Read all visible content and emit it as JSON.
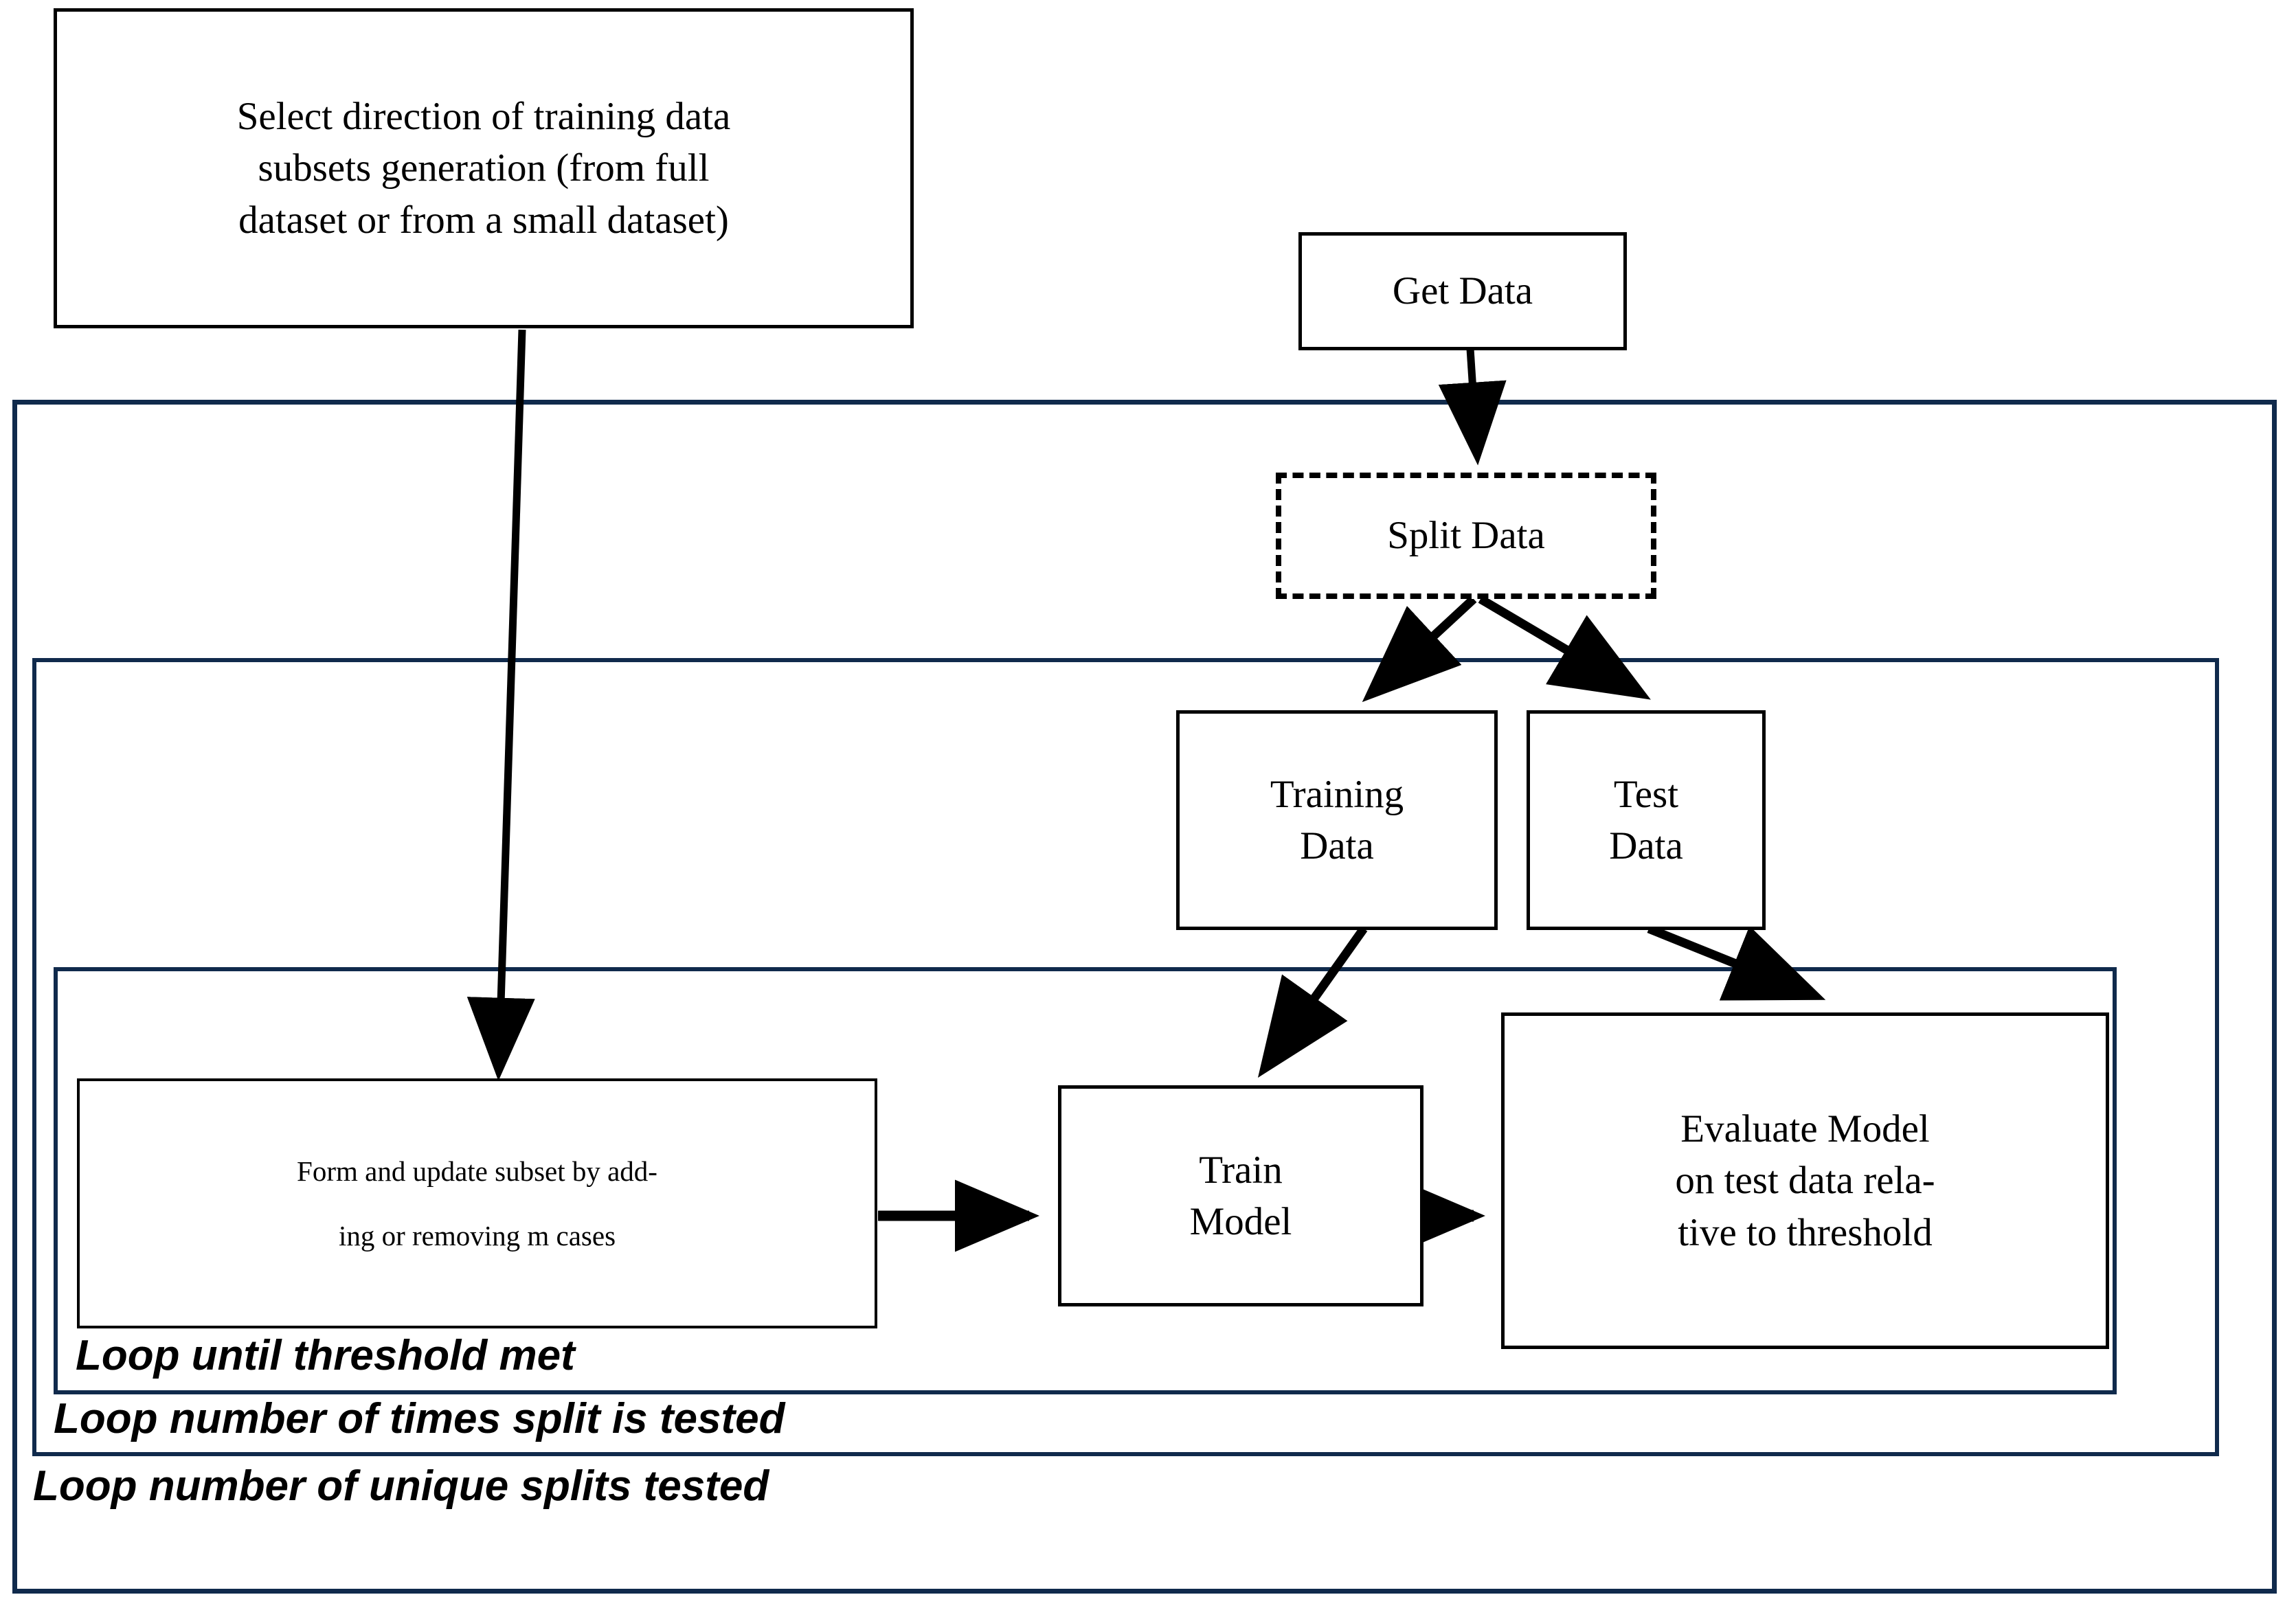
{
  "diagram": {
    "title": "Nested-loop machine learning subset selection workflow",
    "colors": {
      "loop_frame": "#102a4c",
      "node_border": "#000000",
      "background": "#ffffff"
    },
    "nodes": [
      {
        "id": "select-direction",
        "label": "Select direction of training data subsets generation (from full dataset or from a small dataset)",
        "shape": "rectangle",
        "border": "solid"
      },
      {
        "id": "get-data",
        "label": "Get Data",
        "shape": "rectangle",
        "border": "solid"
      },
      {
        "id": "split-data",
        "label": "Split Data",
        "shape": "rectangle",
        "border": "dashed"
      },
      {
        "id": "training-data",
        "label": "Training Data",
        "shape": "rectangle",
        "border": "solid"
      },
      {
        "id": "test-data",
        "label": "Test Data",
        "shape": "rectangle",
        "border": "solid"
      },
      {
        "id": "form-update-subset",
        "label": "Form and update subset by adding or removing m cases",
        "shape": "rectangle",
        "border": "solid"
      },
      {
        "id": "train-model",
        "label": "Train Model",
        "shape": "rectangle",
        "border": "solid"
      },
      {
        "id": "evaluate-model",
        "label": "Evaluate Model on test data relative to threshold",
        "shape": "rectangle",
        "border": "solid"
      }
    ],
    "loops": [
      {
        "id": "loop-unique-splits",
        "label": "Loop number of unique splits tested",
        "level": 1
      },
      {
        "id": "loop-times-split-tested",
        "label": "Loop number of times split is tested",
        "level": 2
      },
      {
        "id": "loop-threshold",
        "label": "Loop until threshold met",
        "level": 3
      }
    ],
    "edges": [
      {
        "from": "select-direction",
        "to": "form-update-subset"
      },
      {
        "from": "get-data",
        "to": "split-data"
      },
      {
        "from": "split-data",
        "to": "training-data"
      },
      {
        "from": "split-data",
        "to": "test-data"
      },
      {
        "from": "training-data",
        "to": "train-model"
      },
      {
        "from": "test-data",
        "to": "evaluate-model"
      },
      {
        "from": "form-update-subset",
        "to": "train-model"
      },
      {
        "from": "train-model",
        "to": "evaluate-model"
      }
    ]
  },
  "nodes": {
    "select_direction": {
      "line1": "Select direction of training data",
      "line2": "subsets generation (from full",
      "line3": "dataset or from a small dataset)"
    },
    "get_data": {
      "label": "Get Data"
    },
    "split_data": {
      "label": "Split Data"
    },
    "training_data": {
      "line1": "Training",
      "line2": "Data"
    },
    "test_data": {
      "line1": "Test",
      "line2": "Data"
    },
    "form_update_subset": {
      "line1": "Form and update subset by add-",
      "line2": "ing or removing m cases"
    },
    "train_model": {
      "line1": "Train",
      "line2": "Model"
    },
    "evaluate_model": {
      "line1": "Evaluate Model",
      "line2": "on test data rela-",
      "line3": "tive to threshold"
    }
  },
  "loops": {
    "threshold": {
      "label": "Loop until threshold met"
    },
    "times_split": {
      "label": "Loop number of times split is tested"
    },
    "unique_splits": {
      "label": "Loop number of unique splits tested"
    }
  }
}
